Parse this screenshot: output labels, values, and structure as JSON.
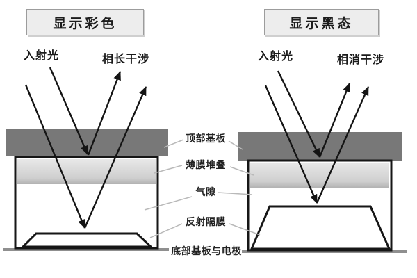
{
  "left_panel": {
    "title": "显示彩色",
    "incident_light": "入射光",
    "interference": "相长干涉"
  },
  "right_panel": {
    "title": "显示黑态",
    "incident_light": "入射光",
    "interference": "相消干涉"
  },
  "layer_labels": {
    "top_substrate": "顶部基板",
    "thin_film_stack": "薄膜堆叠",
    "air_gap": "气隙",
    "reflective_membrane": "反射隔膜",
    "bottom_substrate_electrode": "底部基板与电极"
  },
  "colors": {
    "top_substrate_fill": "#787878",
    "film_stack_light": "#e6e6e6",
    "film_stack_dark": "#b4b4b4",
    "outline": "#161616",
    "baseline_gray": "#8f8f8f",
    "leader_line": "#b9b9b9",
    "title_box_bg": "#ededed",
    "title_box_border": "#9c9c9c",
    "arrow": "#141414"
  }
}
